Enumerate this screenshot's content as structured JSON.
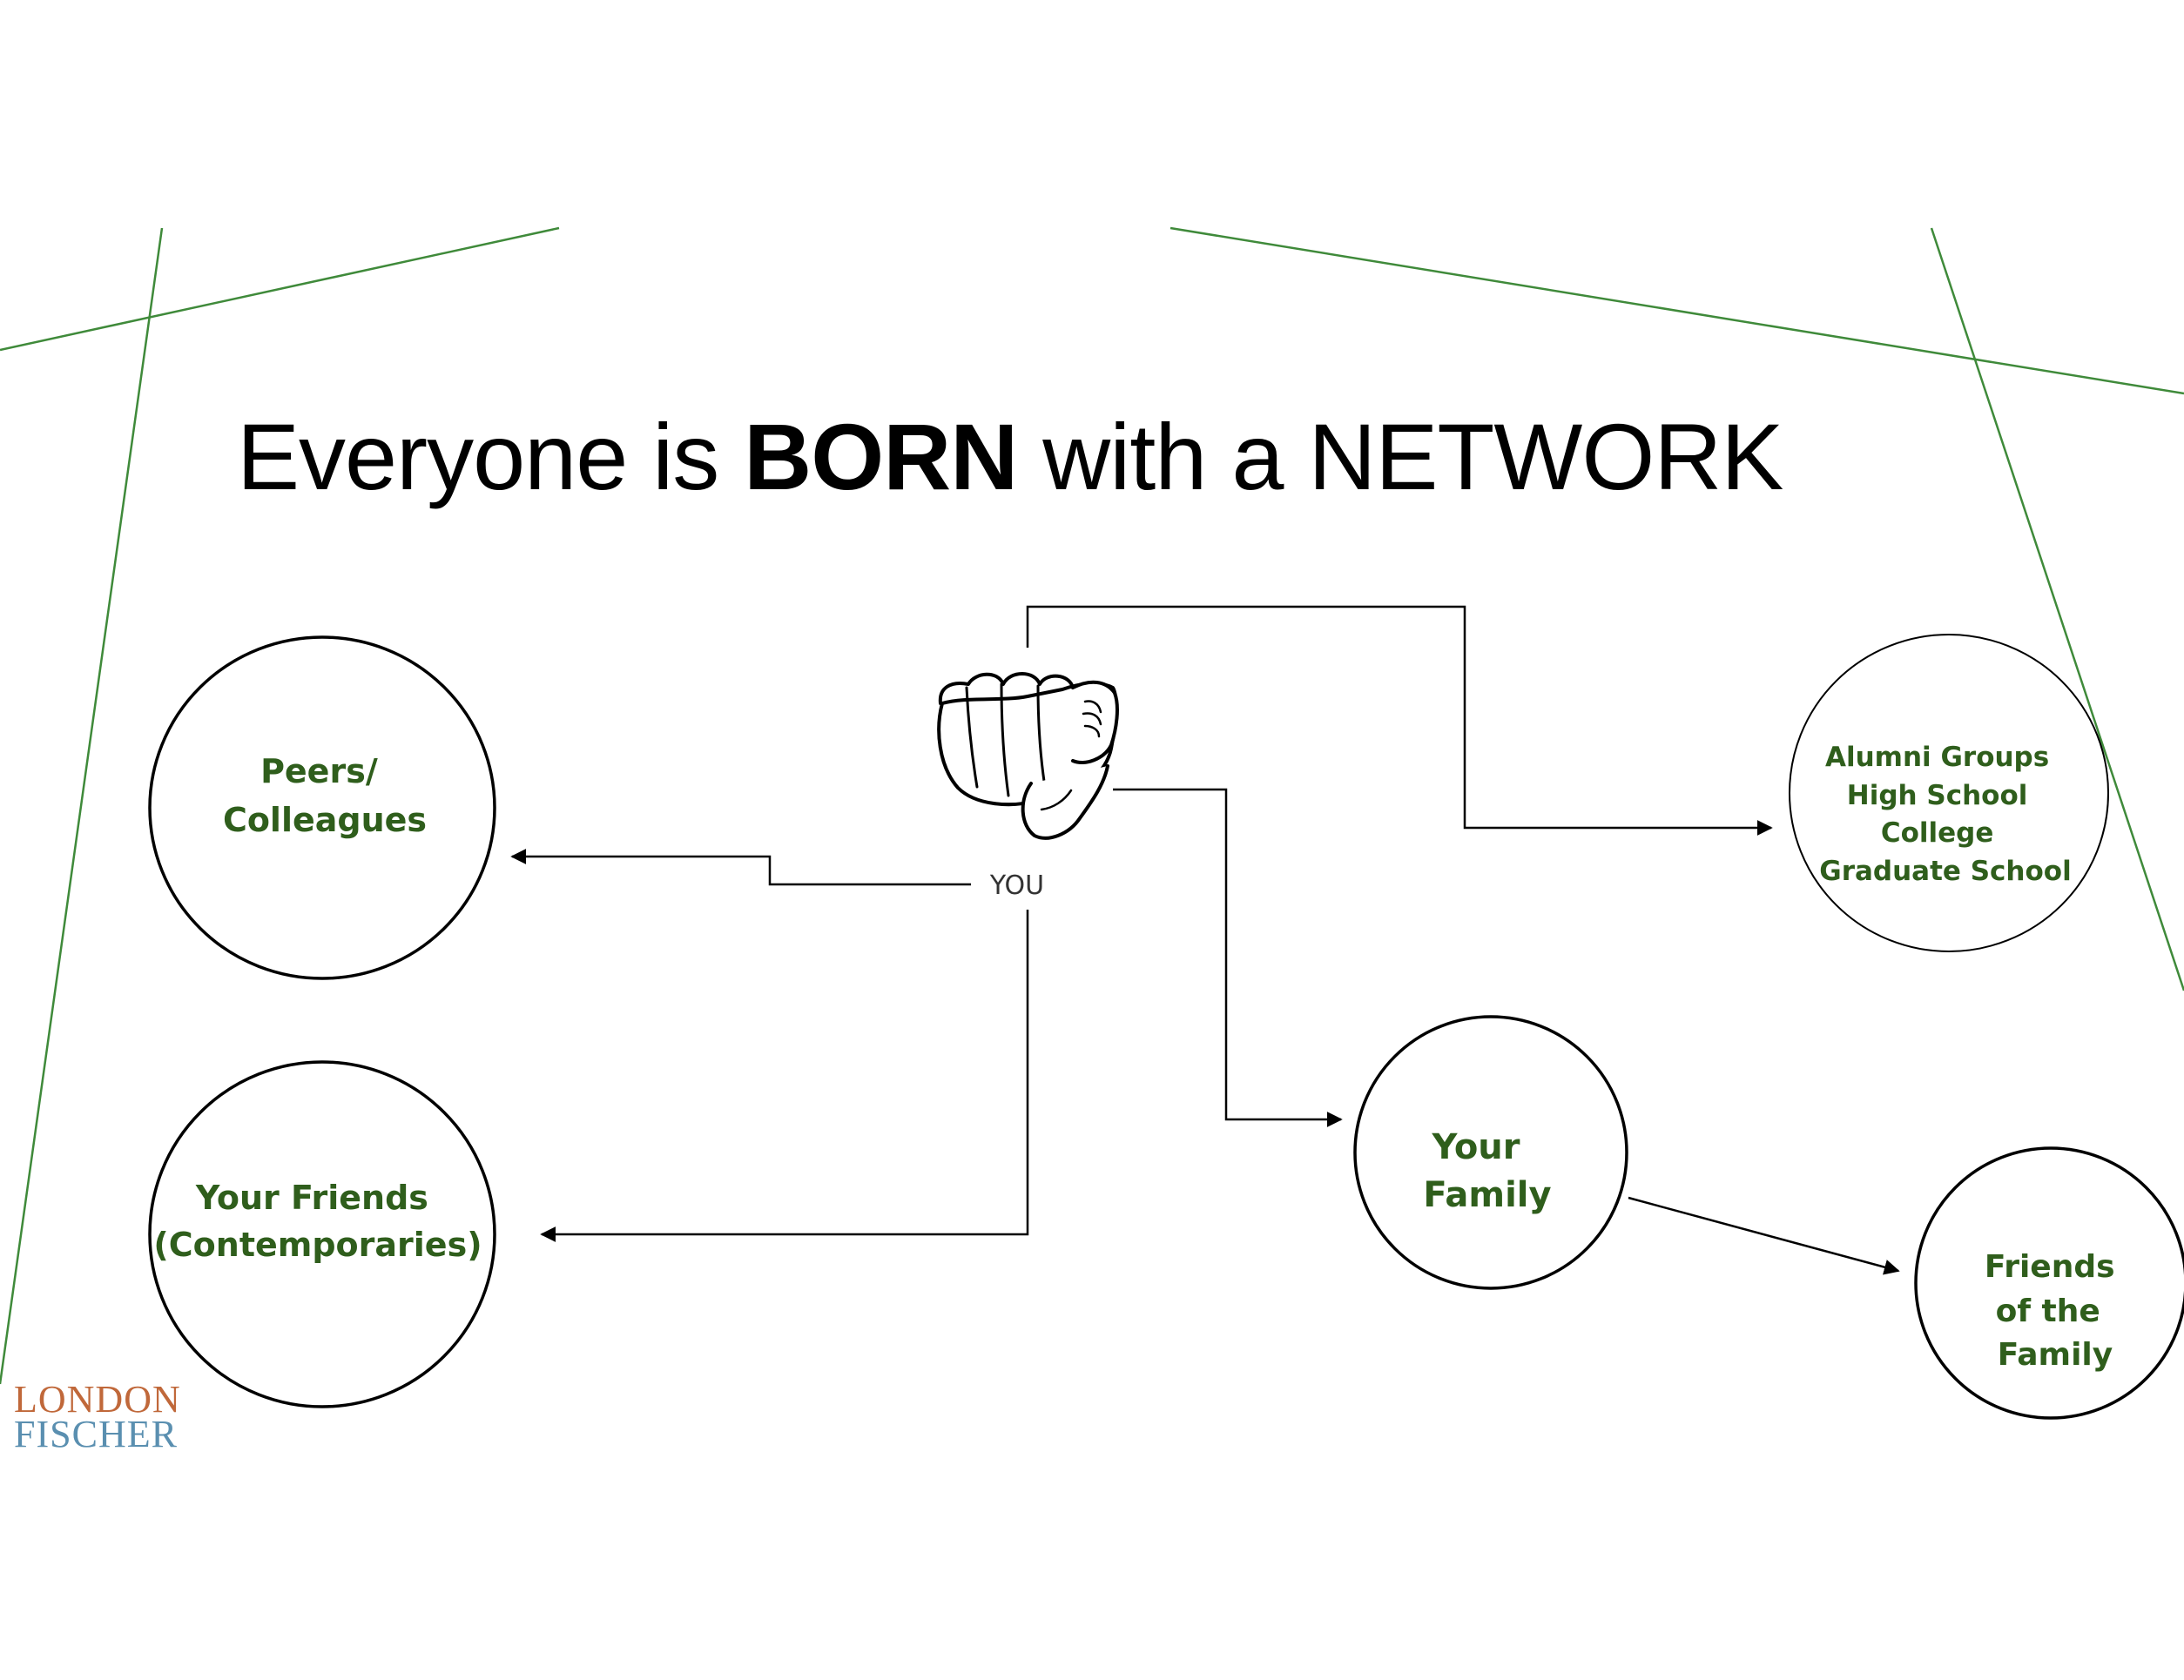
{
  "title": {
    "part1": "Everyone is ",
    "part2_bold": "BORN",
    "part3": " with a NETWORK"
  },
  "center": {
    "label": "YOU",
    "icon": "pointing-hand-icon"
  },
  "nodes": {
    "peers": [
      "Peers/",
      "Colleagues"
    ],
    "friends": [
      "Your Friends",
      "(Contemporaries)"
    ],
    "alumni": [
      "Alumni Groups",
      "High School",
      "College",
      "Graduate School"
    ],
    "family": [
      "Your",
      "Family"
    ],
    "friends_of_family": [
      "Friends",
      "of the",
      "Family"
    ]
  },
  "logo": {
    "line1": "LONDON",
    "line2": "FISCHER"
  },
  "colors": {
    "accent_line": "#3f8a3a",
    "label_green": "#2f5e1c",
    "logo_orange": "#c0683a",
    "logo_blue": "#5a8fb0"
  }
}
